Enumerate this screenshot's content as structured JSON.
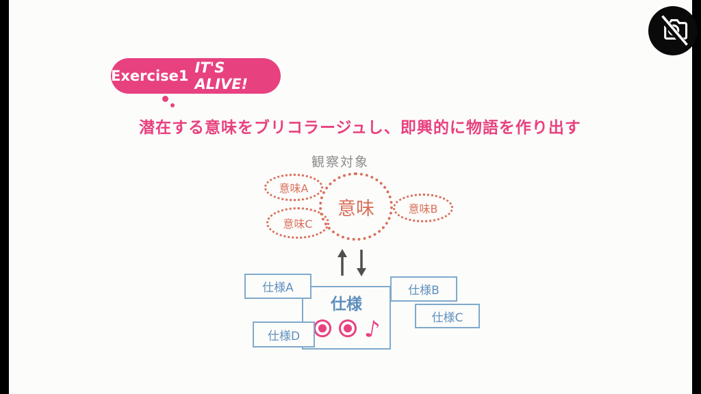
{
  "bubble": {
    "label": "Exercise1",
    "title": "IT'S ALIVE!"
  },
  "headline": "潜在する意味をブリコラージュし、即興的に物語を作り出す",
  "diagram": {
    "observation_label": "観察対象",
    "meanings": {
      "main": "意味",
      "a": "意味A",
      "b": "意味B",
      "c": "意味C"
    },
    "specs": {
      "main": "仕様",
      "a": "仕様A",
      "b": "仕様B",
      "c": "仕様C",
      "d": "仕様D"
    },
    "note_glyph": "♪"
  },
  "icons": {
    "top_right": "no-camera-icon",
    "between_layers": [
      "up-arrow-icon",
      "down-arrow-icon"
    ]
  },
  "colors": {
    "pink": "#E8417F",
    "orange": "#D9705A",
    "blue_border": "#7FA9CC",
    "blue_text": "#5E8FBC",
    "gray_text": "#8C8C8C",
    "arrow": "#4F4F4F",
    "background": "#FCFCFB",
    "letterbox": "#000000"
  }
}
